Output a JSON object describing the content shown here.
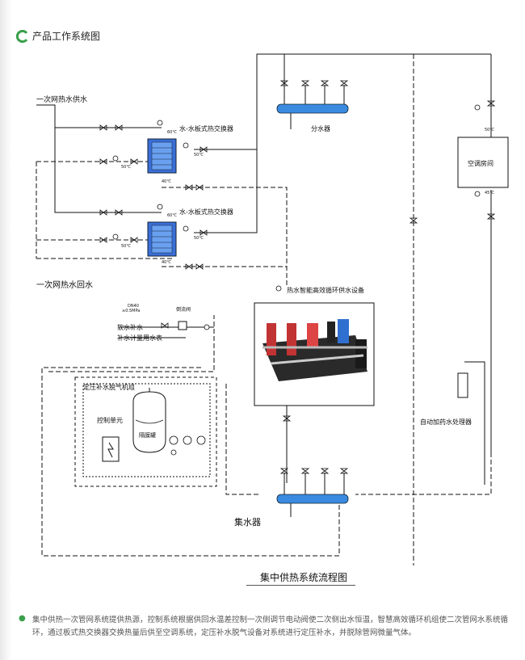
{
  "header": {
    "title": "产品工作系统图",
    "accent_color": "#3aa04a",
    "icon": "arc-logo-icon"
  },
  "labels": {
    "primary_supply": "一次网热水供水",
    "primary_return": "一次网热水回水",
    "hx1": "水-水板式热交换器",
    "hx2": "水-水板式热交换器",
    "distributor": "分水器",
    "collector": "集水器",
    "ac_room": "空调房间",
    "smart_unit": "热水智能高效循环供水设备",
    "soft_water": "软水补水",
    "meter": "补水计量用水表",
    "backflow": "倒流阀",
    "dn": "DN40",
    "pressure": "≥0.5MPa",
    "pressure_group": "定压补水脱气机组",
    "control_unit": "控制单元",
    "expansion_tank": "隔膜罐",
    "dosing": "自动加药水处理器",
    "t60": "60℃",
    "t50": "50℃",
    "t45": "45℃",
    "t40": "40℃"
  },
  "caption": "集中供热系统流程图",
  "description": "集中供热一次管网系统提供热源，控制系统根据供回水温差控制一次侧调节电动阀使二次侧出水恒温，智慧高效循环机组使二次管网水系统循环，通过板式热交换器交换热量后供至空调系统，定压补水脱气设备对系统进行定压补水，并脱除管网微量气体。"
}
